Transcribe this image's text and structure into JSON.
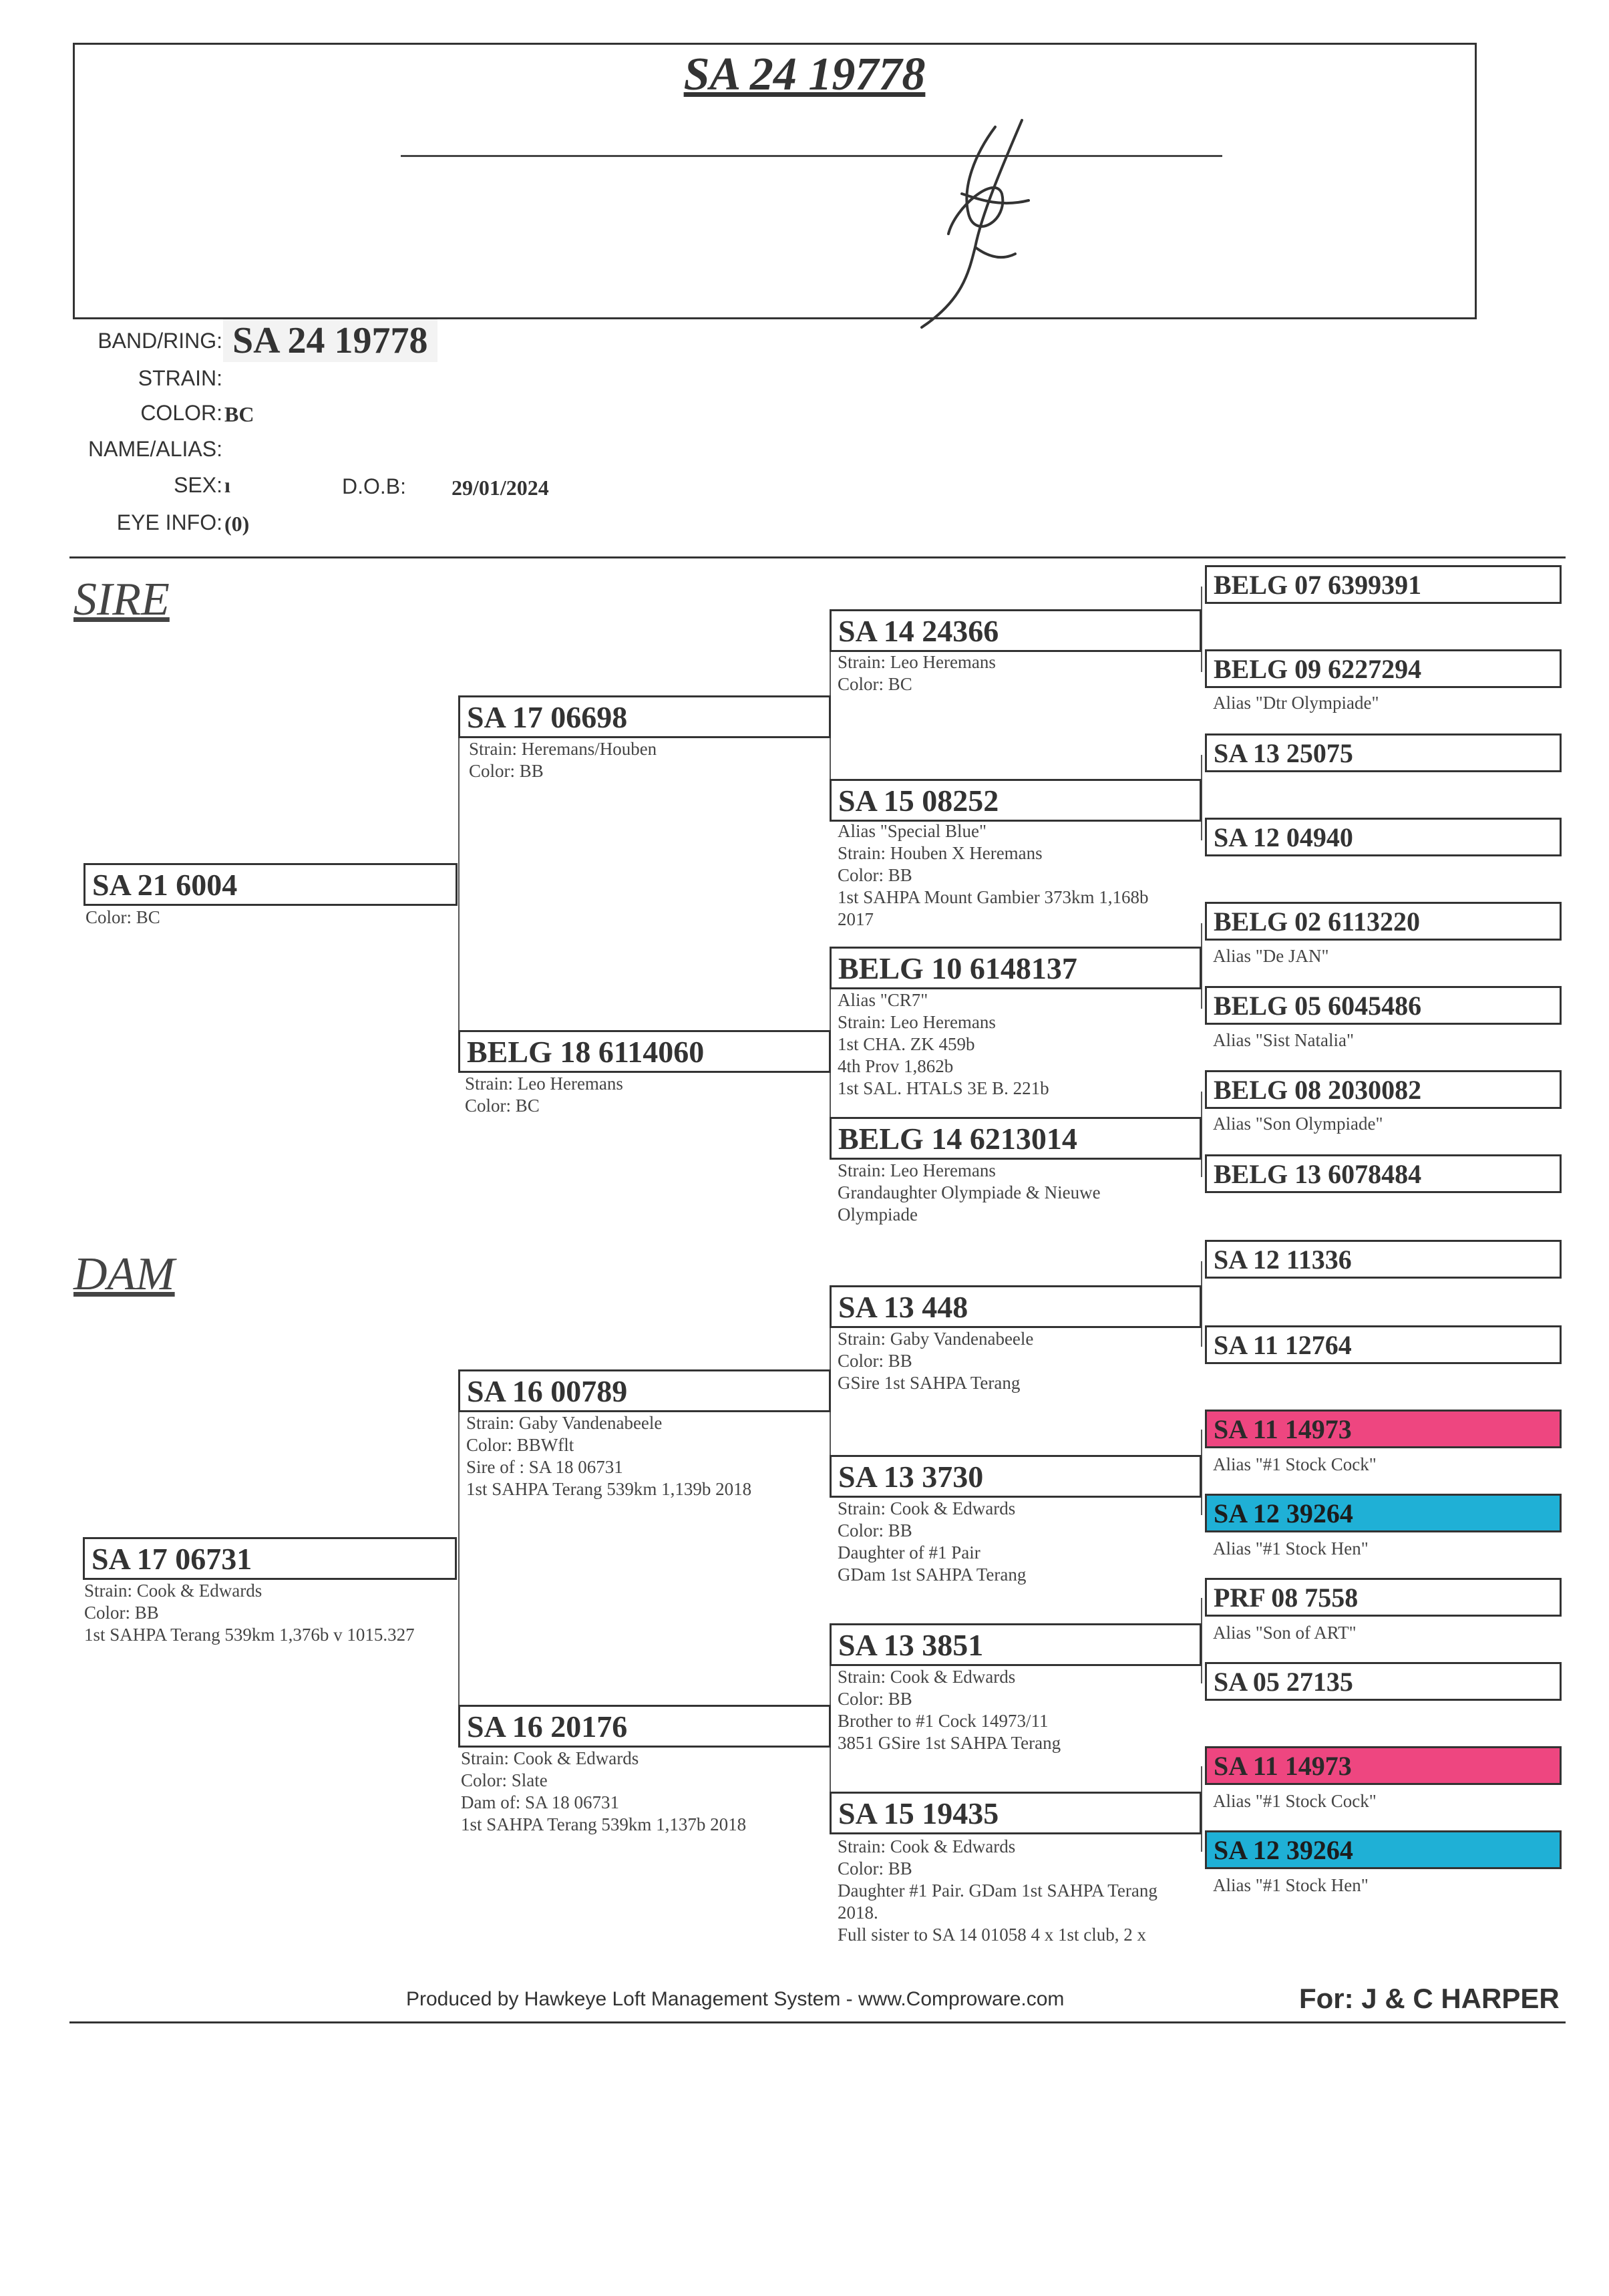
{
  "header": {
    "title": "SA 24 19778"
  },
  "fields": {
    "band_label": "BAND/RING:",
    "band_value": "SA 24 19778",
    "strain_label": "STRAIN:",
    "strain_value": "",
    "color_label": "COLOR:",
    "color_value": "BC",
    "name_label": "NAME/ALIAS:",
    "name_value": "",
    "sex_label": "SEX:",
    "sex_value": "ı",
    "dob_label": "D.O.B:",
    "dob_value": "29/01/2024",
    "eye_label": "EYE INFO:",
    "eye_value": "(0)"
  },
  "sections": {
    "sire": "SIRE",
    "dam": "DAM"
  },
  "gen1": [
    {
      "ring": "SA 21 6004",
      "info": [
        "Color: BC"
      ]
    },
    {
      "ring": "SA 17 06731",
      "info": [
        "Strain: Cook & Edwards",
        "Color: BB",
        "1st SAHPA Terang 539km 1,376b v 1015.327"
      ]
    }
  ],
  "gen2": [
    {
      "ring": "SA 17 06698",
      "info": [
        "Strain: Heremans/Houben",
        "Color: BB"
      ]
    },
    {
      "ring": "BELG 18 6114060",
      "info": [
        "Strain: Leo Heremans",
        "Color: BC"
      ]
    },
    {
      "ring": "SA 16 00789",
      "info": [
        "Strain: Gaby Vandenabeele",
        "Color: BBWflt",
        "Sire of : SA 18 06731",
        "1st SAHPA Terang 539km 1,139b 2018"
      ]
    },
    {
      "ring": "SA 16 20176",
      "info": [
        "Strain: Cook & Edwards",
        "Color: Slate",
        "Dam of: SA 18 06731",
        "1st SAHPA Terang 539km 1,137b 2018"
      ]
    }
  ],
  "gen3": [
    {
      "ring": "SA 14 24366",
      "info": [
        "Strain: Leo Heremans",
        "Color: BC"
      ]
    },
    {
      "ring": "SA 15 08252",
      "info": [
        "Alias \"Special Blue\"",
        "Strain: Houben X Heremans",
        "Color: BB",
        "1st SAHPA Mount Gambier 373km 1,168b",
        "2017"
      ]
    },
    {
      "ring": "BELG 10 6148137",
      "info": [
        "Alias \"CR7\"",
        "Strain: Leo Heremans",
        "1st CHA. ZK 459b",
        "4th Prov 1,862b",
        "1st SAL. HTALS 3E B. 221b"
      ]
    },
    {
      "ring": "BELG 14 6213014",
      "info": [
        "Strain: Leo Heremans",
        "Grandaughter Olympiade & Nieuwe",
        "Olympiade"
      ]
    },
    {
      "ring": "SA 13 448",
      "info": [
        "Strain: Gaby Vandenabeele",
        "Color: BB",
        "GSire 1st SAHPA Terang"
      ]
    },
    {
      "ring": "SA 13 3730",
      "info": [
        "Strain: Cook & Edwards",
        "Color: BB",
        "Daughter of #1 Pair",
        "GDam 1st SAHPA Terang"
      ]
    },
    {
      "ring": "SA 13 3851",
      "info": [
        "Strain: Cook & Edwards",
        "Color: BB",
        "Brother to #1 Cock 14973/11",
        "3851 GSire 1st SAHPA Terang"
      ]
    },
    {
      "ring": "SA 15 19435",
      "info": [
        "Strain: Cook & Edwards",
        "Color: BB",
        "Daughter #1 Pair. GDam 1st SAHPA Terang",
        "2018.",
        "Full sister to SA 14 01058 4 x 1st club, 2 x"
      ]
    }
  ],
  "gen4": [
    {
      "ring": "BELG 07 6399391",
      "alias": "",
      "highlight": ""
    },
    {
      "ring": "BELG 09 6227294",
      "alias": "Alias \"Dtr Olympiade\"",
      "highlight": ""
    },
    {
      "ring": "SA 13 25075",
      "alias": "",
      "highlight": ""
    },
    {
      "ring": "SA 12 04940",
      "alias": "",
      "highlight": ""
    },
    {
      "ring": "BELG 02 6113220",
      "alias": "Alias \"De JAN\"",
      "highlight": ""
    },
    {
      "ring": "BELG 05 6045486",
      "alias": "Alias \"Sist Natalia\"",
      "highlight": ""
    },
    {
      "ring": "BELG 08 2030082",
      "alias": "Alias \"Son Olympiade\"",
      "highlight": ""
    },
    {
      "ring": "BELG 13 6078484",
      "alias": "",
      "highlight": ""
    },
    {
      "ring": "SA 12 11336",
      "alias": "",
      "highlight": ""
    },
    {
      "ring": "SA 11 12764",
      "alias": "",
      "highlight": ""
    },
    {
      "ring": "SA 11 14973",
      "alias": "Alias \"#1 Stock Cock\"",
      "highlight": "#ee4680"
    },
    {
      "ring": "SA 12 39264",
      "alias": "Alias \"#1 Stock Hen\"",
      "highlight": "#1fb0d6"
    },
    {
      "ring": "PRF 08 7558",
      "alias": "Alias \"Son of ART\"",
      "highlight": ""
    },
    {
      "ring": "SA 05 27135",
      "alias": "",
      "highlight": ""
    },
    {
      "ring": "SA 11 14973",
      "alias": "Alias \"#1 Stock Cock\"",
      "highlight": "#ee4680"
    },
    {
      "ring": "SA 12 39264",
      "alias": "Alias \"#1 Stock Hen\"",
      "highlight": "#1fb0d6"
    }
  ],
  "footer": {
    "produced_by": "Produced by Hawkeye Loft Management System - www.Comproware.com",
    "for_text": "For: J & C HARPER"
  }
}
